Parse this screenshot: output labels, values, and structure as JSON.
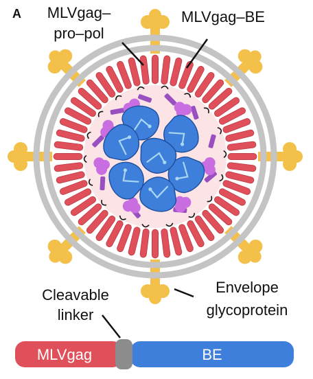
{
  "panel_letter": "A",
  "labels": {
    "gag_pro_pol_line1": "MLVgag–",
    "gag_pro_pol_line2": "pro–pol",
    "gag_be": "MLVgag–BE",
    "cleavable_line1": "Cleavable",
    "cleavable_line2": "linker",
    "envelope_line1": "Envelope",
    "envelope_line2": "glycoprotein"
  },
  "fusion_bar": {
    "left_label": "MLVgag",
    "right_label": "BE"
  },
  "colors": {
    "membrane": "#c4c4c4",
    "capsid_block": "#e0505a",
    "capsid_edge": "#b83a44",
    "interior_fill": "#fbe3e6",
    "cas9_blue": "#3f7fdc",
    "cas9_edge": "#1d4f9c",
    "guide_rna": "#a8d8f0",
    "deaminase_purple": "#c86ee0",
    "linker_purple": "#9a4fc0",
    "glycoprotein": "#f3c04a",
    "linker_gray": "#8c8c8c",
    "bar_red": "#e0505a",
    "bar_blue": "#3f7fdc"
  }
}
